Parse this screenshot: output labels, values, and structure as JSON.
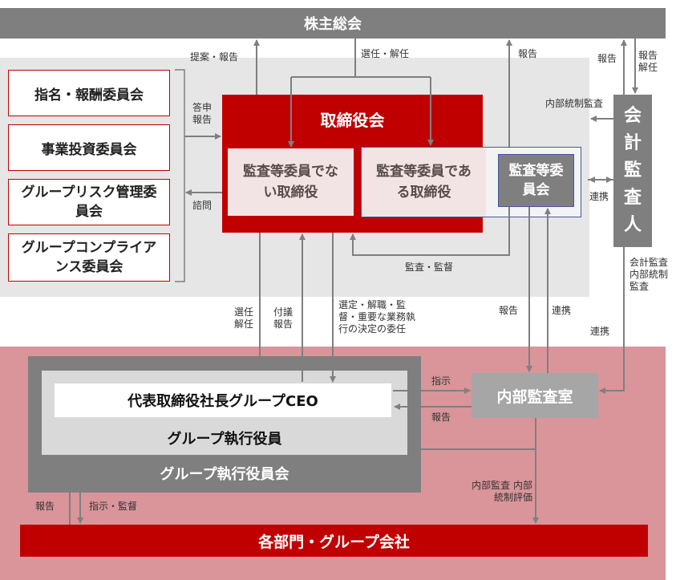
{
  "nodes": {
    "shareholders": "株主総会",
    "nomination": "指名・報酬委員会",
    "business": "事業投資委員会",
    "risk": "グループリスク管理委員会",
    "compliance": "グループコンプライアンス委員会",
    "board": "取締役会",
    "non_audit_directors": "監査等委員でない取締役",
    "audit_directors": "監査等委員である取締役",
    "audit_committee": "監査等委員会",
    "auditor": "会計監査人",
    "ceo": "代表取締役社長グループCEO",
    "exec_officers": "グループ執行役員",
    "exec_committee": "グループ執行役員会",
    "internal_audit": "内部監査室",
    "departments": "各部門・グループ会社"
  },
  "labels": {
    "proposal_report": "提案・報告",
    "elect_dismiss_top": "選任・解任",
    "report_top": "報告",
    "report_auditor": "報告",
    "report_dismiss": "報告 解任",
    "internal_control_audit": "内部統制監査",
    "reply_report": "答申 報告",
    "consult": "諮問",
    "coordination_auditor": "連携",
    "audit_supervision": "監査・監督",
    "accounting_audit": "会計監査 内部統制 監査",
    "elect_dismiss_exec": "選任 解任",
    "refer_report": "付議 報告",
    "delegation": "選定・解職・監督・重要な業務執行の決定の委任",
    "report_ia": "報告",
    "coordination_ia": "連携",
    "coordination_right": "連携",
    "instruct": "指示",
    "report_ceo": "報告",
    "ia_audit": "内部監査 内部統制評価",
    "report_dept": "報告",
    "instruct_supervise": "指示・監督"
  },
  "colors": {
    "board_red": "#c00000",
    "dept_red": "#c00000",
    "gray_dark": "#7f7f7f",
    "panel_gray": "#e6e6e6",
    "pink_zone": "#d9959a",
    "ia_gray": "#a6a6a6",
    "audit_blue": "#3f5b9c"
  }
}
